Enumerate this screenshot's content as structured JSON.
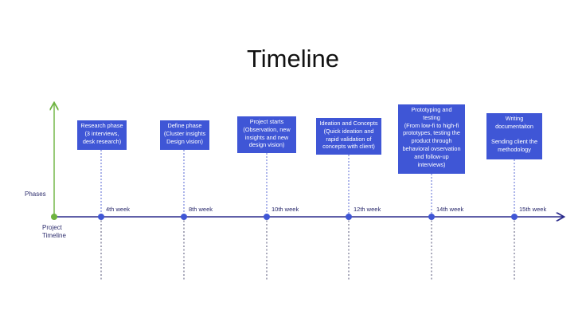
{
  "title": "Timeline",
  "y_axis_label": "Phases",
  "x_axis_label": "Project Timeline",
  "colors": {
    "box": "#3f56d6",
    "axis": "#2b2b8c",
    "y_axis": "#6db33f",
    "start_dot": "#6db33f",
    "milestone_dot": "#3f56d6",
    "connector": "#5b6bd6"
  },
  "milestones": [
    {
      "week": "4th week",
      "text": "Research phase\n(3 interviews,\ndesk research)"
    },
    {
      "week": "8th week",
      "text": "Define phase\n(Cluster insights\nDesign vision)"
    },
    {
      "week": "10th week",
      "text": "Project starts\n(Observation, new\ninsights and new\ndesign vision)"
    },
    {
      "week": "12th week",
      "text": "Ideation and Concepts\n(Quick ideation and\nrapid validation of\nconcepts with client)"
    },
    {
      "week": "14th week",
      "text": "Prototyping and\ntesting\n(From low-fi to high-fi\nprototypes, testing the\nproduct through\nbehavioral ovservation\nand follow-up\ninterviews)"
    },
    {
      "week": "15th week",
      "text": "Writing\ndocumentaiton\n\nSending client the\nmethodology"
    }
  ]
}
